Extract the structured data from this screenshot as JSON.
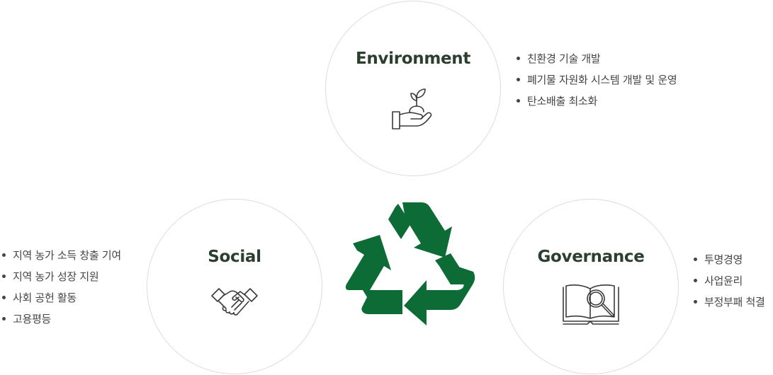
{
  "environment": {
    "title": "Environment",
    "icon": "plant-in-hand-icon",
    "items": [
      "친환경 기술 개발",
      "폐기물 자원화 시스템 개발 및 운영",
      "탄소배출 최소화"
    ]
  },
  "social": {
    "title": "Social",
    "icon": "handshake-icon",
    "items": [
      "지역 농가 소득 창출 기여",
      "지역 농가 성장 지원",
      "사회 공헌 활동",
      "고용평등"
    ]
  },
  "governance": {
    "title": "Governance",
    "icon": "book-magnifier-icon",
    "items": [
      "투명경영",
      "사업윤리",
      "부정부패 척결"
    ]
  },
  "center": {
    "icon": "recycle-icon"
  },
  "colors": {
    "accent": "#0d6b35",
    "title": "#2c3e30",
    "circle_border": "#dcdcdc",
    "text": "#454545"
  }
}
